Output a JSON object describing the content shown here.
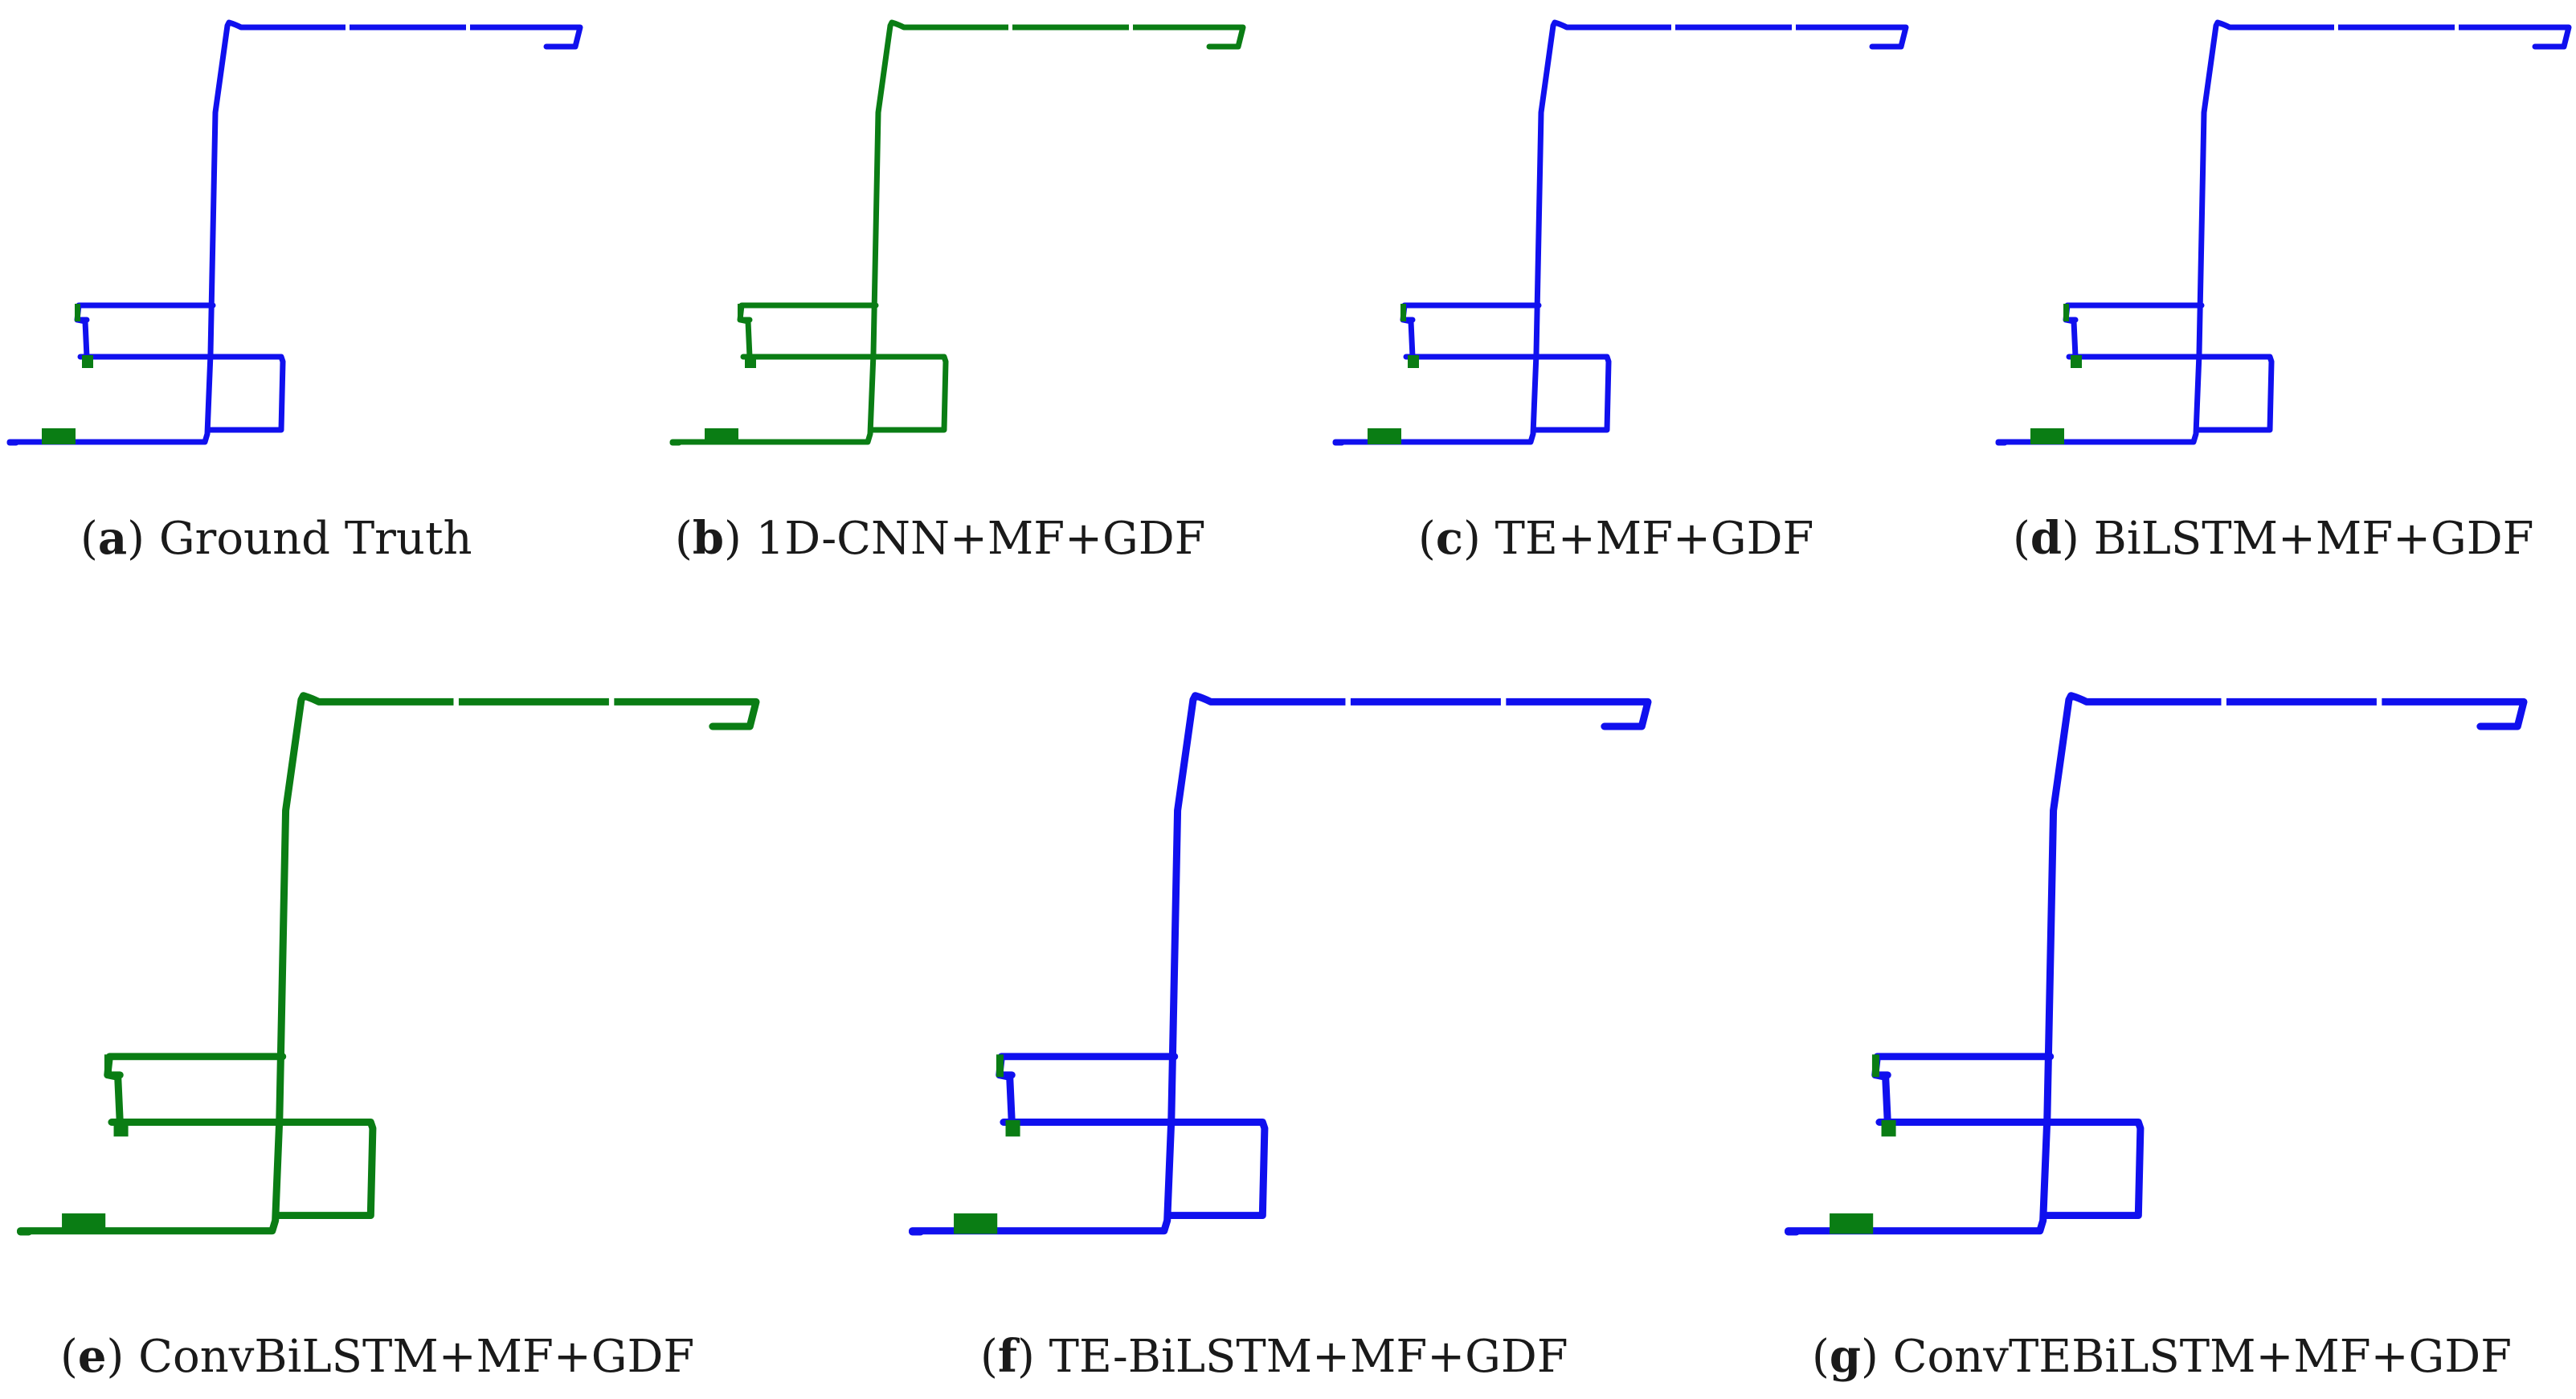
{
  "colors": {
    "blue": "#1010ee",
    "green": "#0a7d14",
    "caption": "#1a1a1a"
  },
  "panels": [
    {
      "letter": "a",
      "title": "Ground Truth",
      "line_color": "blue"
    },
    {
      "letter": "b",
      "title": "1D-CNN+MF+GDF",
      "line_color": "green"
    },
    {
      "letter": "c",
      "title": "TE+MF+GDF",
      "line_color": "blue"
    },
    {
      "letter": "d",
      "title": "BiLSTM+MF+GDF",
      "line_color": "blue"
    },
    {
      "letter": "e",
      "title": "ConvBiLSTM+MF+GDF",
      "line_color": "green"
    },
    {
      "letter": "f",
      "title": "TE-BiLSTM+MF+GDF",
      "line_color": "blue"
    },
    {
      "letter": "g",
      "title": "ConvTEBiLSTM+MF+GDF",
      "line_color": "blue"
    }
  ]
}
